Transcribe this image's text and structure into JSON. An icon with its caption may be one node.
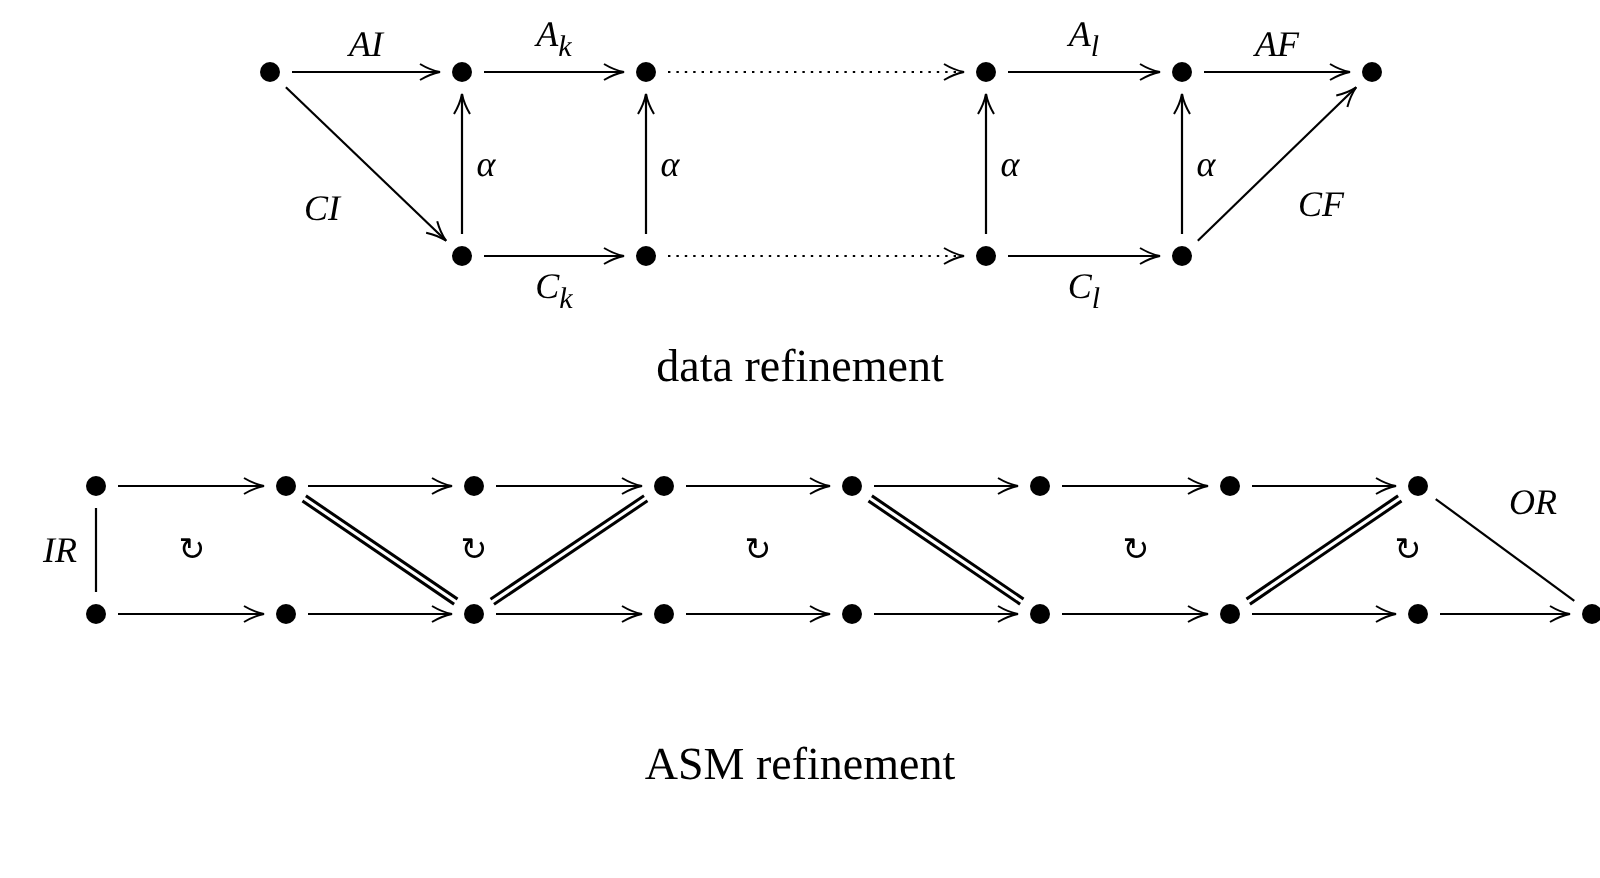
{
  "diagram": {
    "nodes": [
      {
        "text": [],
        "shape": "circle"
      },
      {
        "text": [],
        "shape": "circle"
      },
      {
        "text": [],
        "shape": "circle"
      },
      {
        "text": [],
        "shape": "circle"
      },
      {
        "text": [],
        "shape": "circle"
      },
      {
        "text": [],
        "shape": "circle"
      },
      {
        "text": [],
        "shape": "circle"
      },
      {
        "text": [],
        "shape": "circle"
      },
      {
        "text": [],
        "shape": "circle"
      },
      {
        "text": [],
        "shape": "circle"
      },
      {
        "text": [],
        "shape": "circle"
      },
      {
        "text": [],
        "shape": "circle"
      },
      {
        "text": [],
        "shape": "circle"
      },
      {
        "text": [],
        "shape": "circle"
      },
      {
        "text": [],
        "shape": "circle"
      },
      {
        "text": [],
        "shape": "circle"
      },
      {
        "text": [],
        "shape": "circle"
      },
      {
        "text": [],
        "shape": "circle"
      },
      {
        "text": [],
        "shape": "circle"
      },
      {
        "text": [],
        "shape": "circle"
      },
      {
        "text": [],
        "shape": "circle"
      },
      {
        "text": [],
        "shape": "circle"
      },
      {
        "text": [],
        "shape": "circle"
      },
      {
        "text": [],
        "shape": "circle"
      },
      {
        "text": [],
        "shape": "circle"
      },
      {
        "text": [],
        "shape": "circle"
      },
      {
        "text": [],
        "shape": "circle"
      }
    ],
    "edges": [
      {
        "from": 0,
        "to": 1,
        "arrow": "to",
        "label": "AI"
      },
      {
        "from": 1,
        "to": 2,
        "arrow": "to",
        "label": "A$_{k}$"
      },
      {
        "from": 2,
        "to": 3,
        "arrow": "to",
        "style": "dashed"
      },
      {
        "from": 3,
        "to": 4,
        "arrow": "to",
        "label": "A$_{l}$"
      },
      {
        "from": 4,
        "to": 5,
        "arrow": "to",
        "label": "AF"
      },
      {
        "from": 0,
        "to": 6,
        "arrow": "to",
        "label": "CI"
      },
      {
        "from": 6,
        "to": 1,
        "arrow": "to",
        "label": "α"
      },
      {
        "from": 7,
        "to": 2,
        "arrow": "to",
        "label": "α"
      },
      {
        "from": 8,
        "to": 3,
        "arrow": "to",
        "label": "α"
      },
      {
        "from": 9,
        "to": 4,
        "arrow": "to",
        "label": "α"
      },
      {
        "from": 6,
        "to": 7,
        "arrow": "to",
        "label": "C$_{k}$"
      },
      {
        "from": 7,
        "to": 8,
        "arrow": "to",
        "style": "dashed"
      },
      {
        "from": 8,
        "to": 9,
        "arrow": "to",
        "label": "C$_{l}$"
      },
      {
        "from": 9,
        "to": 5,
        "arrow": "to",
        "label": "CF"
      },
      {
        "from": 10,
        "to": 11,
        "arrow": "to"
      },
      {
        "from": 11,
        "to": 12,
        "arrow": "to"
      },
      {
        "from": 12,
        "to": 13,
        "arrow": "to"
      },
      {
        "from": 13,
        "to": 14,
        "arrow": "to"
      },
      {
        "from": 14,
        "to": 15,
        "arrow": "to"
      },
      {
        "from": 15,
        "to": 16,
        "arrow": "to"
      },
      {
        "from": 16,
        "to": 17,
        "arrow": "to"
      },
      {
        "from": 18,
        "to": 19,
        "arrow": "to"
      },
      {
        "from": 19,
        "to": 20,
        "arrow": "to"
      },
      {
        "from": 20,
        "to": 21,
        "arrow": "to"
      },
      {
        "from": 21,
        "to": 22,
        "arrow": "to"
      },
      {
        "from": 22,
        "to": 23,
        "arrow": "to"
      },
      {
        "from": 23,
        "to": 24,
        "arrow": "to"
      },
      {
        "from": 24,
        "to": 25,
        "arrow": "to"
      },
      {
        "from": 25,
        "to": 26,
        "arrow": "to"
      },
      {
        "from": 10,
        "to": 18,
        "arrow": "none",
        "label": "IR"
      },
      {
        "from": 11,
        "to": 20,
        "arrow": "none",
        "style": "thick"
      },
      {
        "from": 20,
        "to": 13,
        "arrow": "none",
        "style": "thick"
      },
      {
        "from": 14,
        "to": 23,
        "arrow": "none",
        "style": "thick"
      },
      {
        "from": 24,
        "to": 17,
        "arrow": "none",
        "style": "thick"
      },
      {
        "from": 17,
        "to": 26,
        "arrow": "none",
        "label": "OR"
      }
    ],
    "labels": [
      "data refinement",
      "↻",
      "↻",
      "↻",
      "↻",
      "↻",
      "ASM refinement"
    ]
  }
}
